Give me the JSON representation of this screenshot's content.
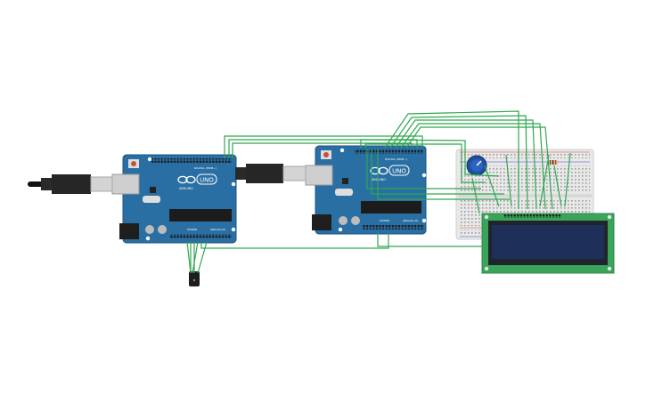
{
  "circuit": {
    "board_logo_text": "UNO",
    "board_brand_text": "ARDUINO",
    "digital_label": "DIGITAL (PWM~)",
    "power_label": "POWER",
    "analog_label": "ANALOG IN",
    "wire_color": "#2fa84f",
    "board_color": "#2a6fa3",
    "lcd_pcb_color": "#3aa55a",
    "lcd_screen_color": "#1f2a4a"
  }
}
